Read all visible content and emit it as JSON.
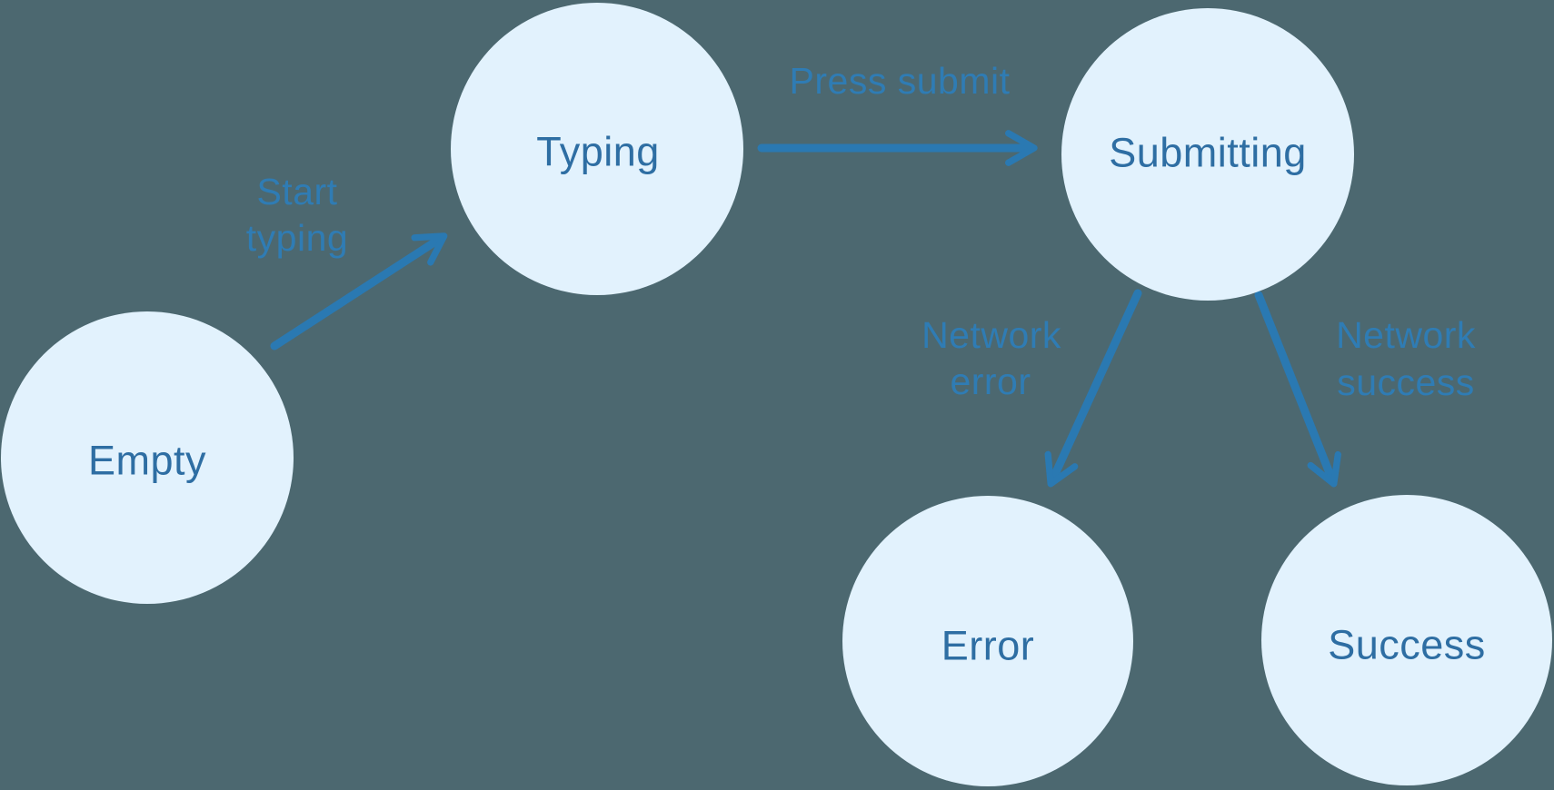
{
  "colors": {
    "background": "#4C6870",
    "node_fill": "#E2F2FD",
    "node_text": "#2E6EA3",
    "edge": "#2A79B2",
    "edge_label": "#2F7CB4"
  },
  "states": [
    {
      "id": "empty",
      "label": "Empty"
    },
    {
      "id": "typing",
      "label": "Typing"
    },
    {
      "id": "submitting",
      "label": "Submitting"
    },
    {
      "id": "error",
      "label": "Error"
    },
    {
      "id": "success",
      "label": "Success"
    }
  ],
  "transitions": [
    {
      "from": "empty",
      "to": "typing",
      "label": "Start typing",
      "label_lines": [
        "Start",
        "typing"
      ]
    },
    {
      "from": "typing",
      "to": "submitting",
      "label": "Press submit",
      "label_lines": [
        "Press submit"
      ]
    },
    {
      "from": "submitting",
      "to": "error",
      "label": "Network error",
      "label_lines": [
        "Network",
        "error"
      ]
    },
    {
      "from": "submitting",
      "to": "success",
      "label": "Network success",
      "label_lines": [
        "Network",
        "success"
      ]
    }
  ]
}
